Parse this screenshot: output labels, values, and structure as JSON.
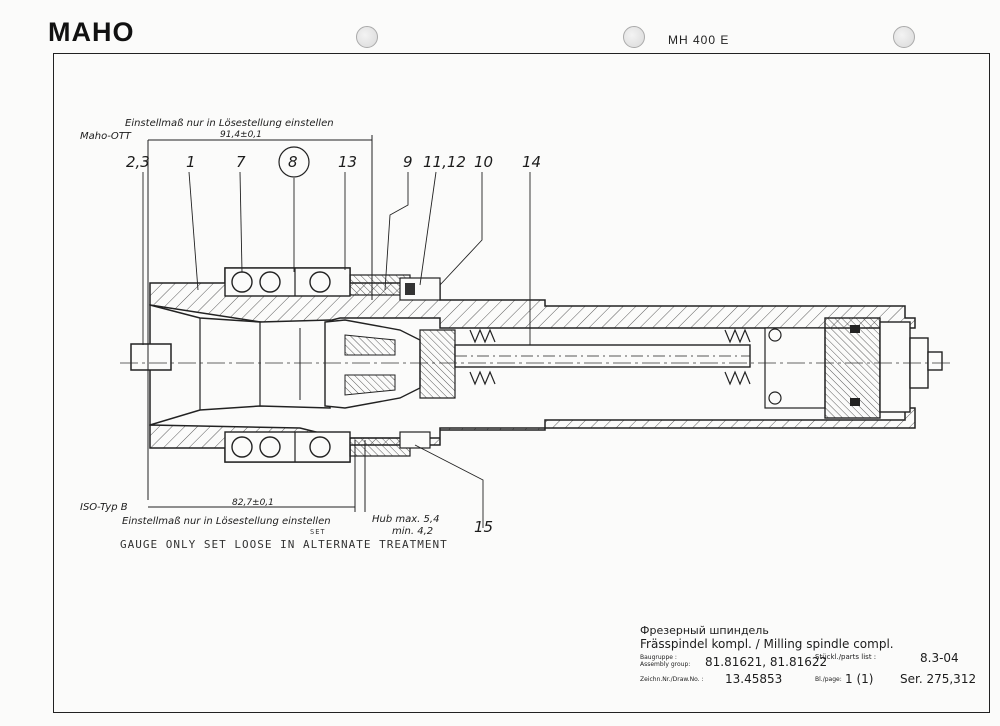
{
  "header": {
    "logo": "MAHO",
    "model": "MH 400 E"
  },
  "drawing": {
    "top_note": "Einstellmaß nur in Lösestellung einstellen",
    "top_ref": "Maho-OTT",
    "top_dim": "91,4±0,1",
    "bottom_ref": "ISO-Typ B",
    "bottom_dim": "82,7±0,1",
    "bottom_note": "Einstellmaß nur in Lösestellung einstellen",
    "handwritten_note": "GAUGE ONLY SET LOOSE IN ALTERNATE TREATMENT",
    "handwritten_marks": "SET",
    "stroke": "Hub max. 5,4",
    "stroke_min": "min. 4,2",
    "callouts": {
      "c23": "2,3",
      "c1": "1",
      "c7": "7",
      "c8": "8",
      "c13": "13",
      "c9": "9",
      "c1112": "11,12",
      "c10": "10",
      "c14": "14",
      "c15": "15"
    }
  },
  "title_block": {
    "title_ru": "Фрезерный шпиндель",
    "title": "Frässpindel kompl. / Milling spindle compl.",
    "assembly_label": "Baugruppe : Assembly group:",
    "assembly_value": "81.81621, 81.81622",
    "partslist_label": "Stückl./parts list :",
    "partslist_value": "8.3-04",
    "drawing_label": "Zeichn.Nr./Draw.No. :",
    "drawing_value": "13.45853",
    "page_label": "Bl./page:",
    "page_value": "1 (1)",
    "serial": "Ser. 275,312"
  }
}
